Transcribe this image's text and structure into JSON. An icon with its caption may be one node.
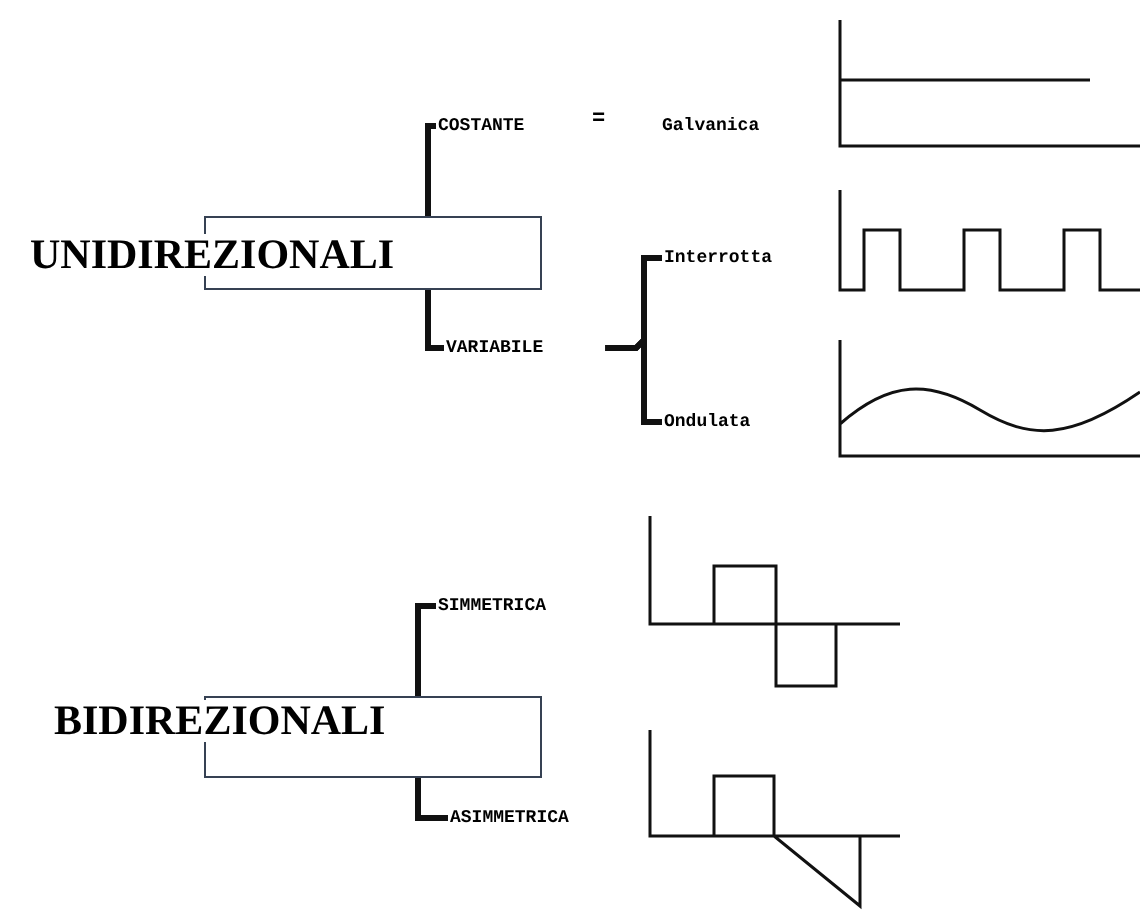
{
  "diagram": {
    "nodes": [
      {
        "text": [
          "UNIDIREZIONALI"
        ]
      },
      {
        "text": [
          "COSTANTE"
        ]
      },
      {
        "text": [
          "Galvanica"
        ]
      },
      {
        "text": [
          "VARIABILE"
        ]
      },
      {
        "text": [
          "Interrotta"
        ]
      },
      {
        "text": [
          "Ondulata"
        ]
      },
      {
        "text": [
          "BIDIREZIONALI"
        ]
      },
      {
        "text": [
          "SIMMETRICA"
        ]
      },
      {
        "text": [
          "ASIMMETRICA"
        ]
      }
    ],
    "edges": [
      {
        "from": 0,
        "to": 1,
        "arrow": "none"
      },
      {
        "from": 0,
        "to": 3,
        "arrow": "none"
      },
      {
        "from": 3,
        "to": 4,
        "arrow": "none"
      },
      {
        "from": 3,
        "to": 5,
        "arrow": "none"
      },
      {
        "from": 6,
        "to": 7,
        "arrow": "none"
      },
      {
        "from": 6,
        "to": 8,
        "arrow": "none"
      }
    ],
    "labels": [
      "="
    ]
  }
}
